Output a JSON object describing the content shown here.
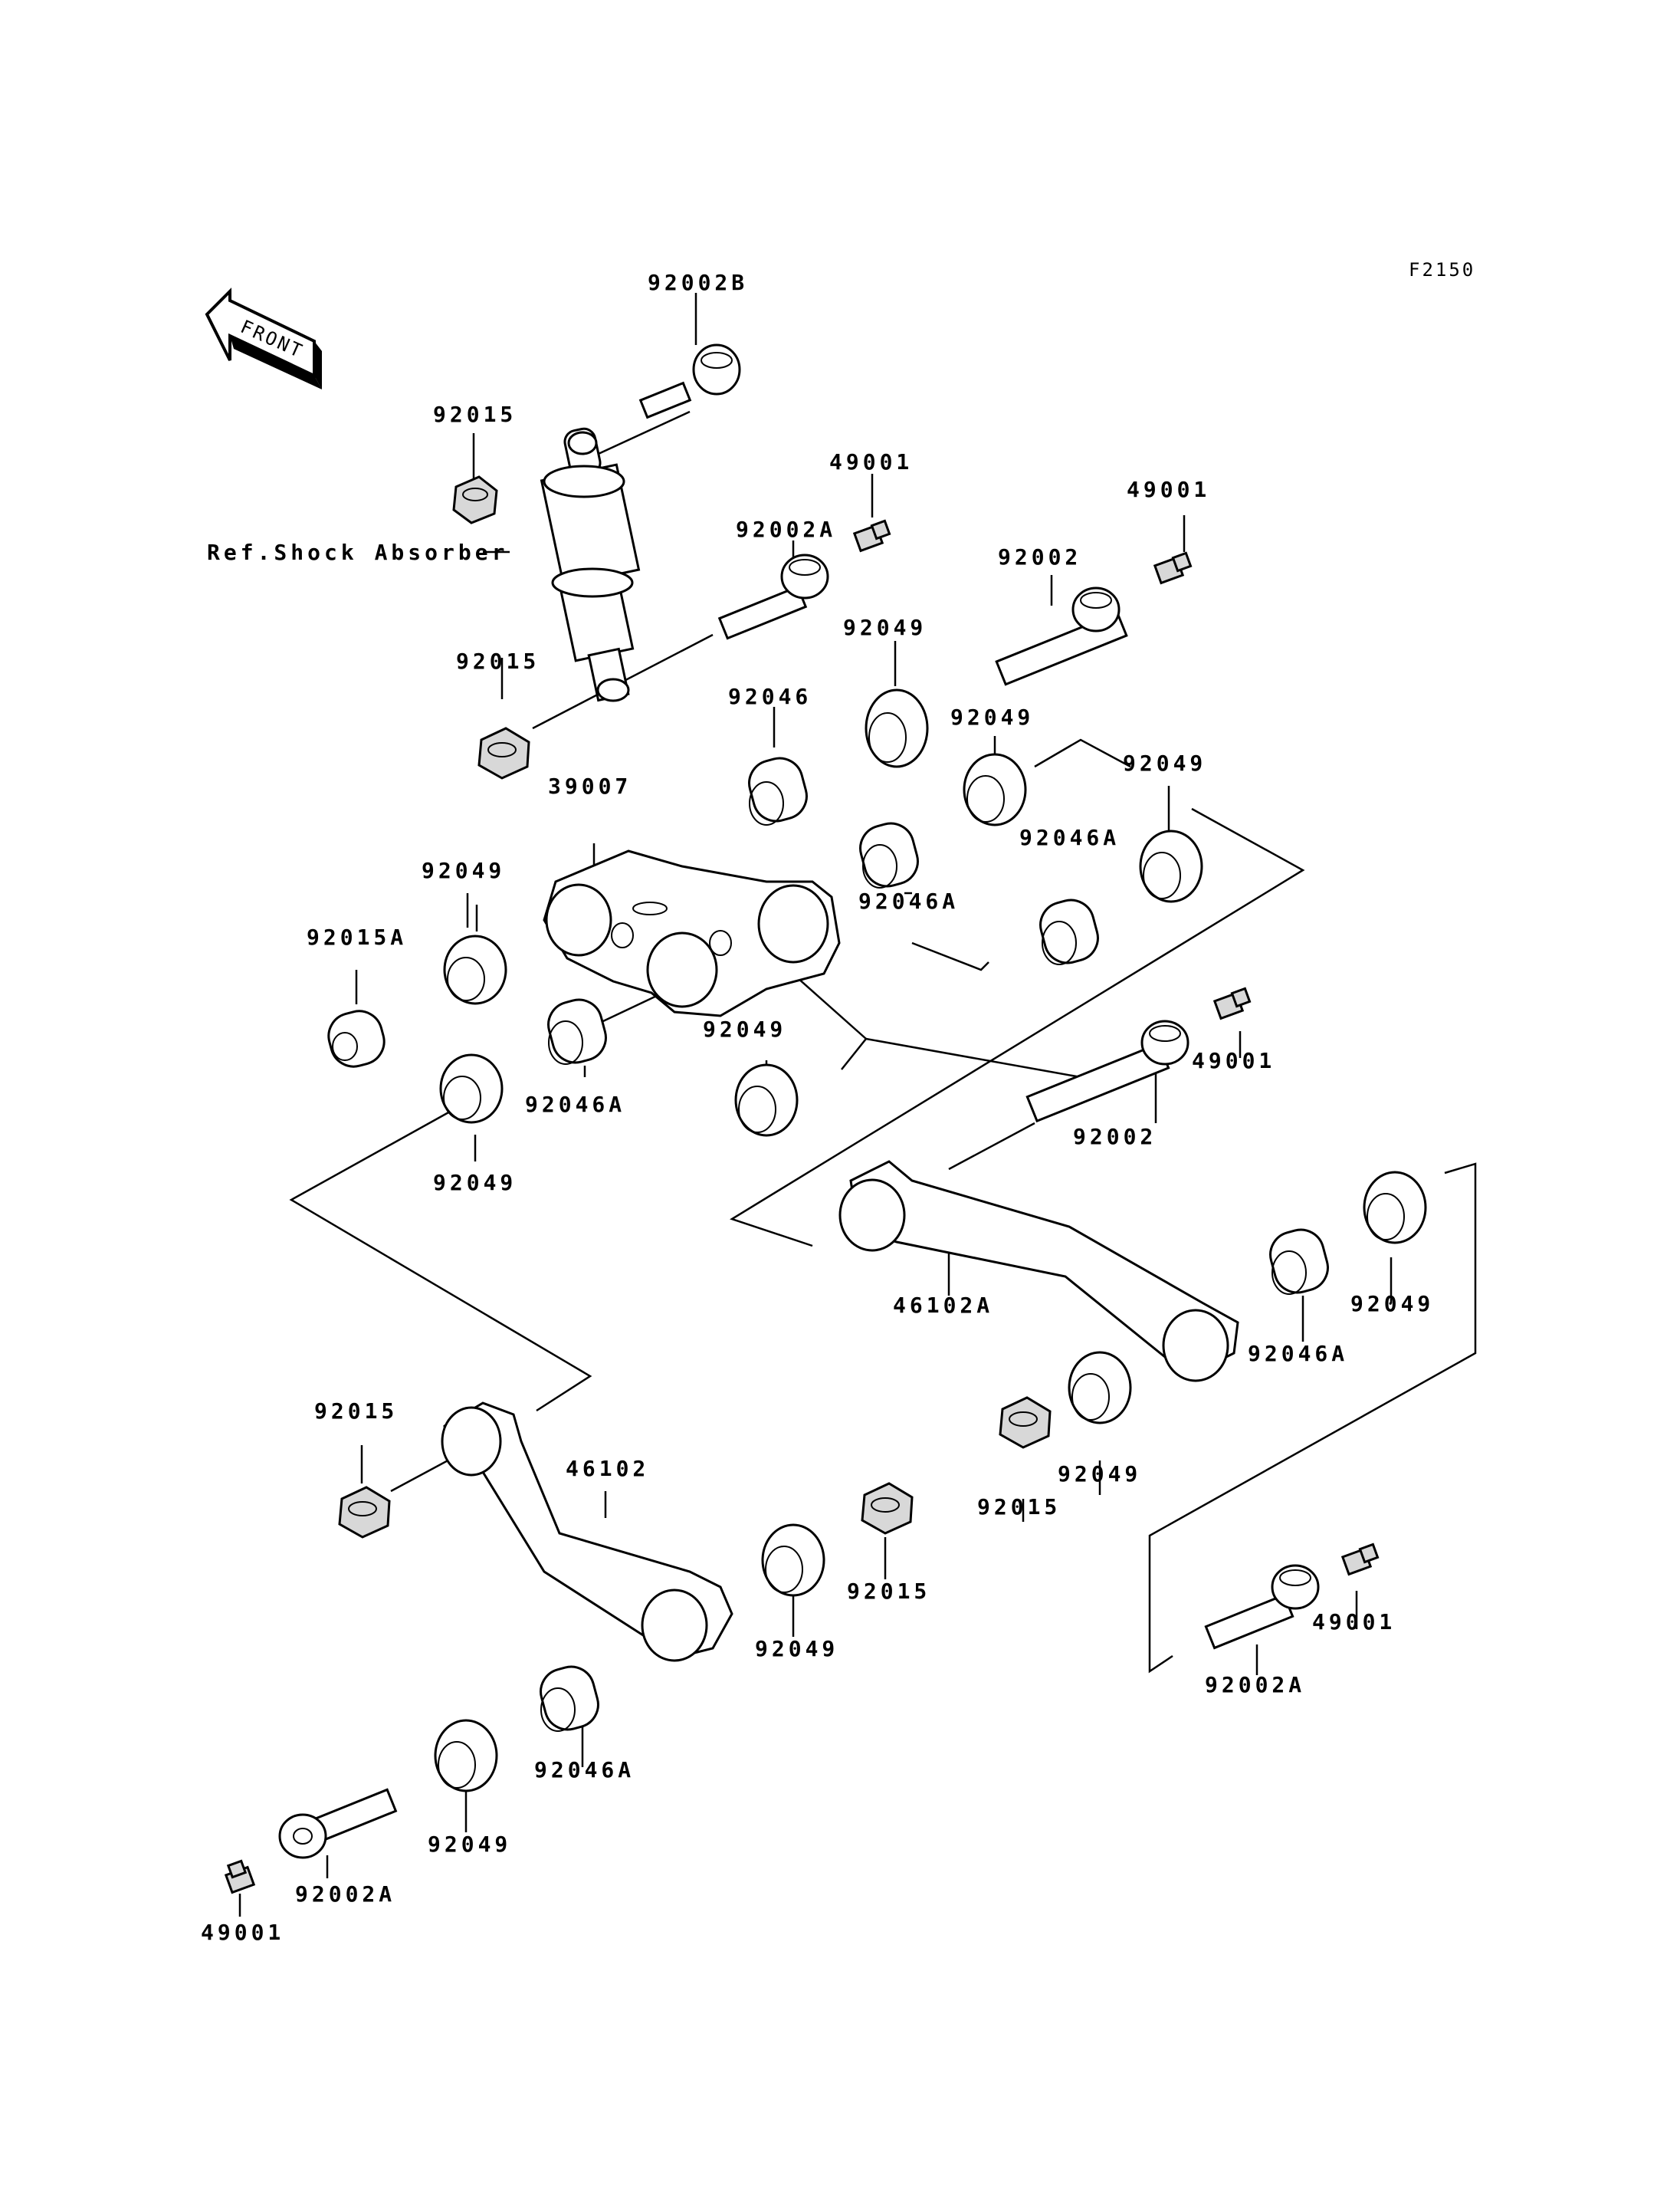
{
  "diagram_code": "F2150",
  "front_label": "FRONT",
  "ref_label": "Ref.Shock Absorber",
  "labels": {
    "bolt_top": "92002B",
    "nut_top": "92015",
    "nut_shock_bottom": "92015",
    "grease_1": "49001",
    "bolt_92002A_top": "92002A",
    "grease_2": "49001",
    "bolt_92002_top": "92002",
    "collar_a": "92049",
    "sleeve_92046": "92046",
    "collar_b": "92049",
    "collar_c": "92049",
    "rocker_39007": "39007",
    "bearing_right_top": "92046A",
    "bearing_mid_top": "92046A",
    "collar_left_top": "92049",
    "nut_92015A": "92015A",
    "bearing_left": "92046A",
    "collar_mid": "92049",
    "collar_left_lower": "92049",
    "grease_3": "49001",
    "bolt_92002_mid": "92002",
    "link_46102A": "46102A",
    "bearing_right": "92046A",
    "collar_right": "92049",
    "nut_left": "92015",
    "link_46102": "46102",
    "nut_mid_right": "92015",
    "collar_mid_right": "92049",
    "nut_center": "92015",
    "collar_lower_center": "92049",
    "grease_4": "49001",
    "bolt_92002A_right": "92002A",
    "bearing_lower": "92046A",
    "collar_lower_left": "92049",
    "bolt_92002A_bottom": "92002A",
    "grease_5": "49001"
  }
}
